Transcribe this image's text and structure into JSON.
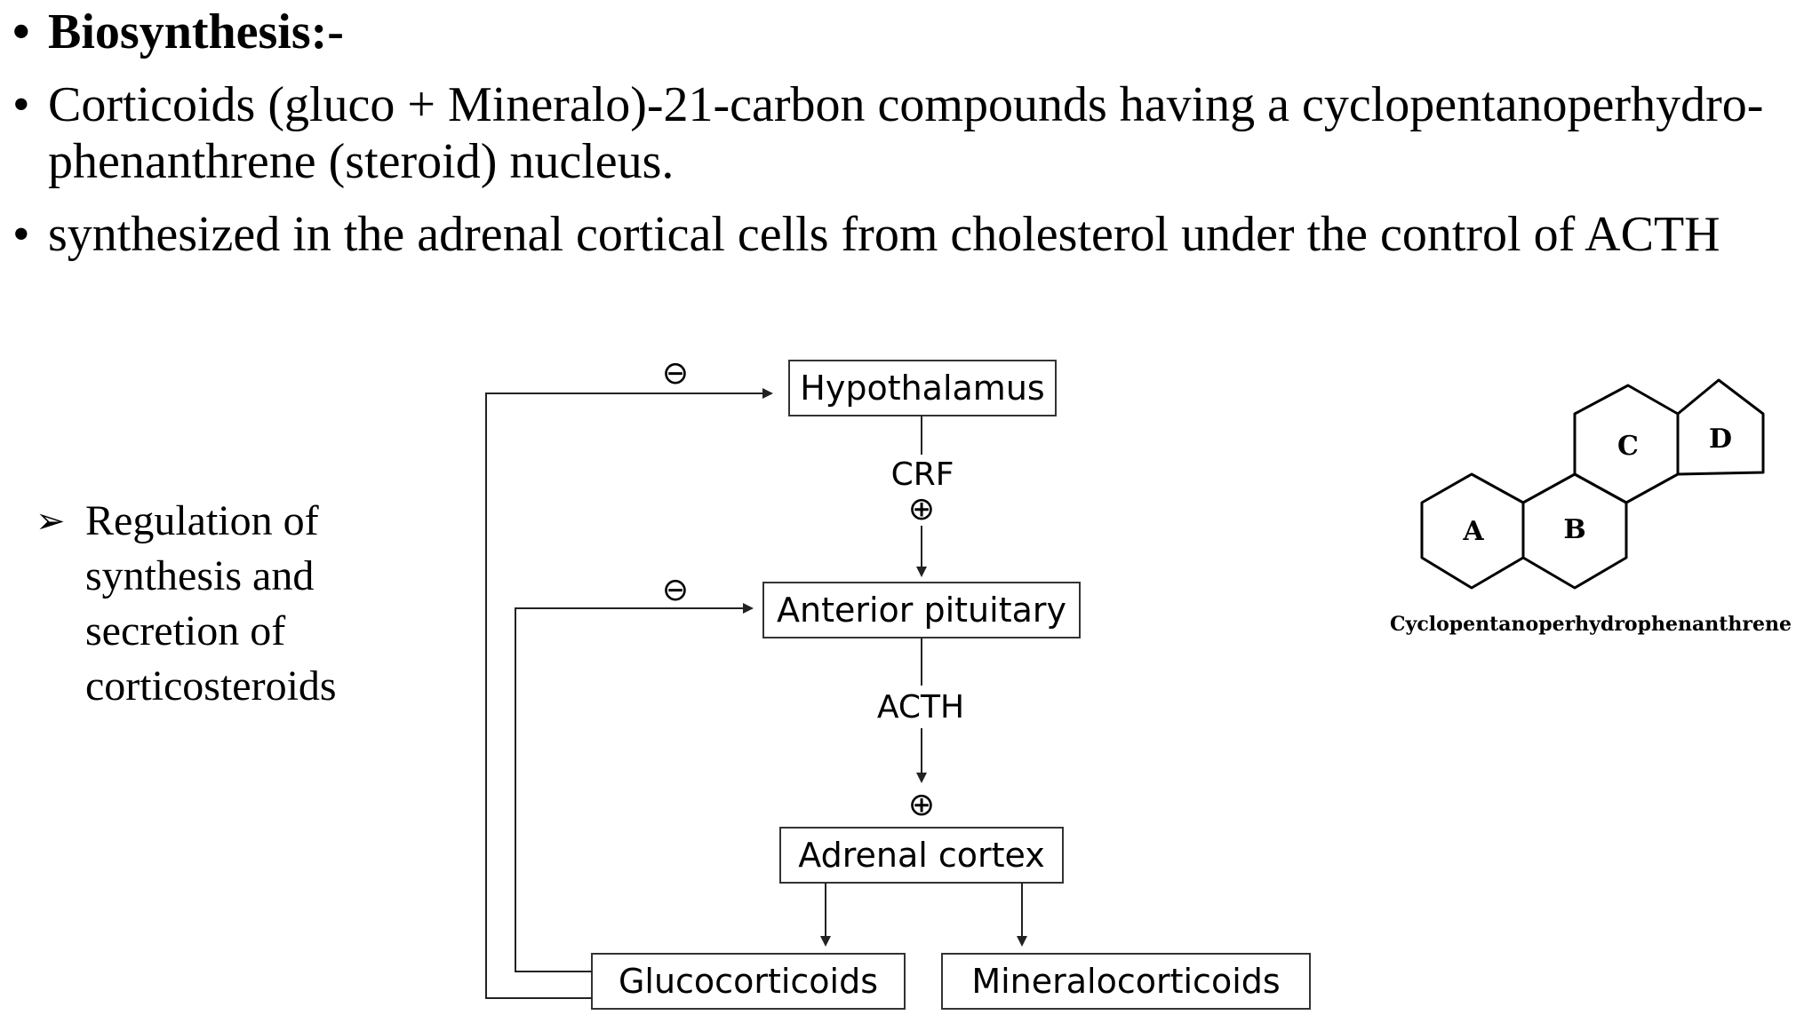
{
  "bullets": [
    {
      "marker": "•",
      "text": "Biosynthesis:-"
    },
    {
      "marker": "•",
      "text": "Corticoids (gluco + Mineralo)-21-carbon compounds having a cyclopentanoperhydro-phenanthrene (steroid) nucleus."
    },
    {
      "marker": "•",
      "text": "synthesized in the adrenal cortical cells from cholesterol under the control of ACTH"
    }
  ],
  "side_note": {
    "marker": "➢",
    "lines": [
      "Regulation of",
      "synthesis and",
      "secretion of",
      "corticosteroids"
    ]
  },
  "flowchart": {
    "nodes": {
      "hypothalamus": "Hypothalamus",
      "anterior_pituitary": "Anterior pituitary",
      "adrenal_cortex": "Adrenal cortex",
      "glucocorticoids": "Glucocorticoids",
      "mineralocorticoids": "Mineralocorticoids"
    },
    "edges": {
      "crf": "CRF",
      "acth": "ACTH"
    },
    "signs": {
      "negative": "⊖",
      "positive": "⊕"
    }
  },
  "structure": {
    "rings": [
      "A",
      "B",
      "C",
      "D"
    ],
    "caption": "Cyclopentanoperhydrophenanthrene"
  }
}
